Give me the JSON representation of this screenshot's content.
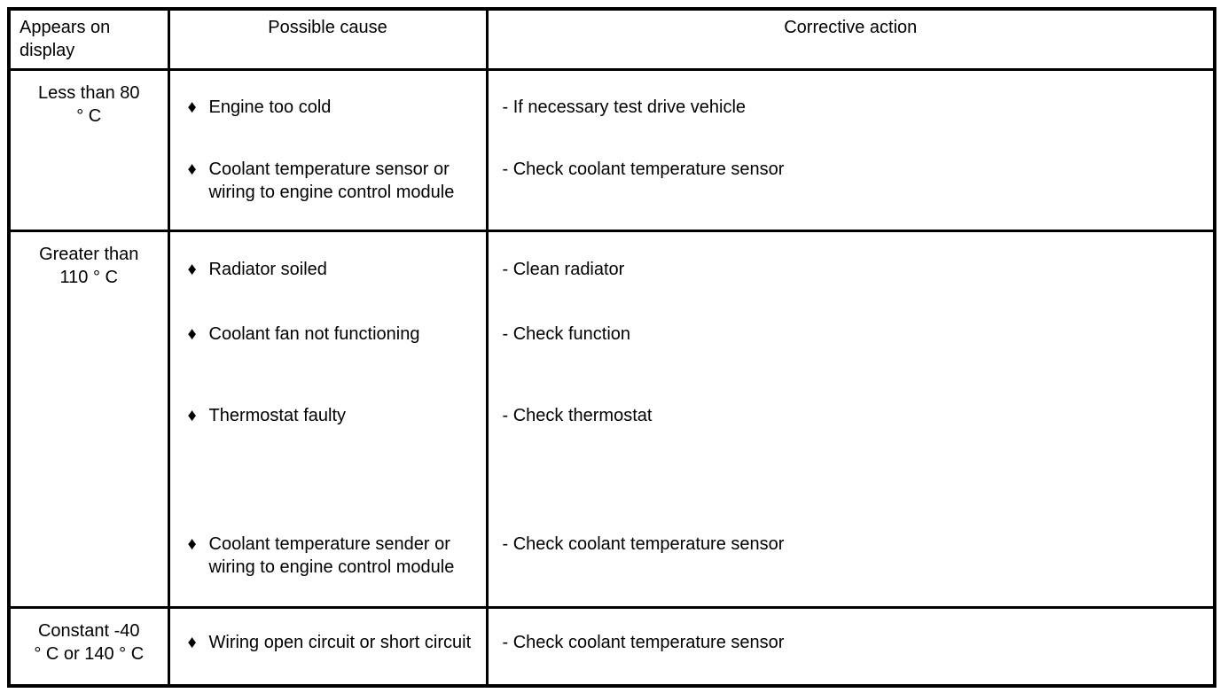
{
  "page": {
    "background_color": "#ffffff",
    "border_color": "#000000"
  },
  "table": {
    "bullet_icon": "♦",
    "headers": [
      "Appears on display",
      "Possible cause",
      "Corrective action"
    ],
    "rows": [
      {
        "display_lines": [
          "Less than 80",
          "° C"
        ],
        "items": [
          {
            "cause": "Engine too cold",
            "action": "- If necessary test drive vehicle"
          },
          {
            "cause": "Coolant temperature sensor or wiring to engine control module",
            "action": "- Check coolant temperature sensor"
          }
        ]
      },
      {
        "display_lines": [
          "Greater than",
          "110 ° C"
        ],
        "items": [
          {
            "cause": "Radiator soiled",
            "action": "- Clean radiator"
          },
          {
            "cause": "Coolant fan not functioning",
            "action": "- Check function"
          },
          {
            "cause": "Thermostat faulty",
            "action": "- Check thermostat"
          },
          {
            "cause": "Coolant temperature sender or wiring to engine control module",
            "action": "- Check coolant temperature sensor"
          }
        ]
      },
      {
        "display_lines": [
          "Constant -40",
          "° C or 140 ° C"
        ],
        "items": [
          {
            "cause": "Wiring open circuit or short circuit",
            "action": "- Check coolant temperature sensor"
          }
        ]
      }
    ]
  }
}
